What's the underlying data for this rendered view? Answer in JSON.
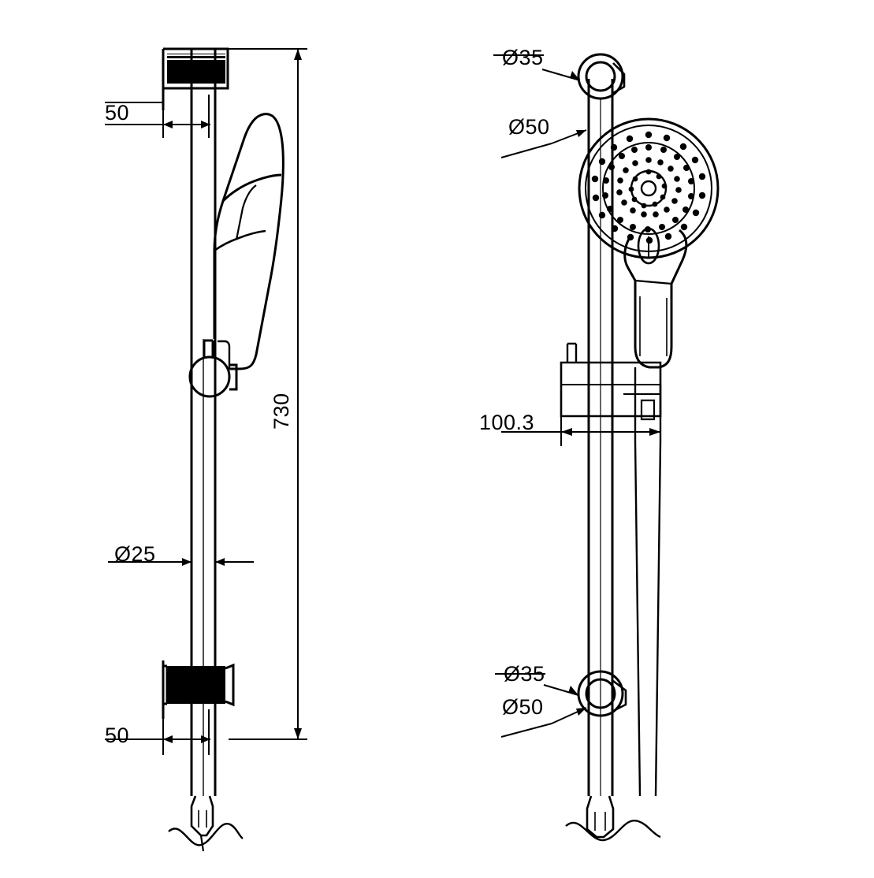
{
  "drawing": {
    "title": "Shower rail set technical drawing",
    "line_color": "#000000",
    "background_color": "#ffffff",
    "views": [
      {
        "name": "side-view",
        "label": ""
      },
      {
        "name": "front-view",
        "label": ""
      }
    ]
  },
  "dimensions": {
    "side_top_offset": "50",
    "side_bottom_offset": "50",
    "overall_height": "730",
    "rail_diameter": "Ø25",
    "front_top_bracket_inner": "Ø35",
    "front_top_bracket_outer": "Ø50",
    "front_bottom_bracket_inner": "Ø35",
    "front_bottom_bracket_outer": "Ø50",
    "holder_projection": "100.3"
  }
}
